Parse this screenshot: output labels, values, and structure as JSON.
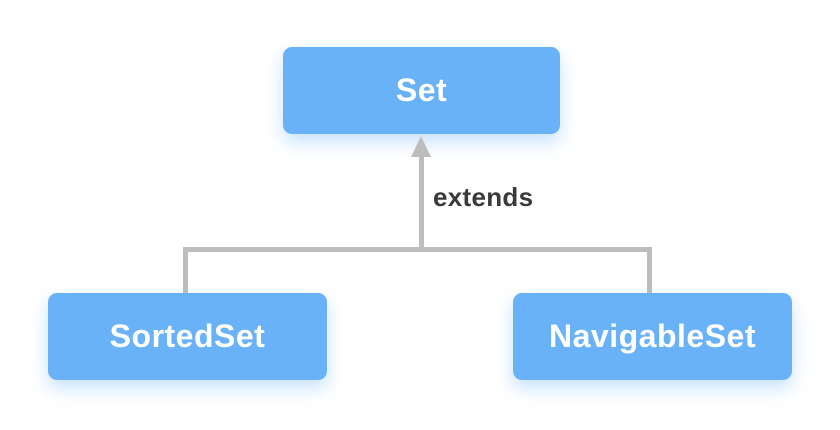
{
  "diagram": {
    "type": "class-hierarchy",
    "edge_label": "extends",
    "nodes": {
      "parent": {
        "label": "Set"
      },
      "child_left": {
        "label": "SortedSet"
      },
      "child_right": {
        "label": "NavigableSet"
      }
    },
    "edges": [
      {
        "from": "SortedSet",
        "to": "Set",
        "relation": "extends"
      },
      {
        "from": "NavigableSet",
        "to": "Set",
        "relation": "extends"
      }
    ],
    "colors": {
      "node_fill": "#6ab2f8",
      "node_text": "#ffffff",
      "connector": "#bdbdbd",
      "edge_label_text": "#3a3a3a",
      "background": "#ffffff"
    }
  }
}
